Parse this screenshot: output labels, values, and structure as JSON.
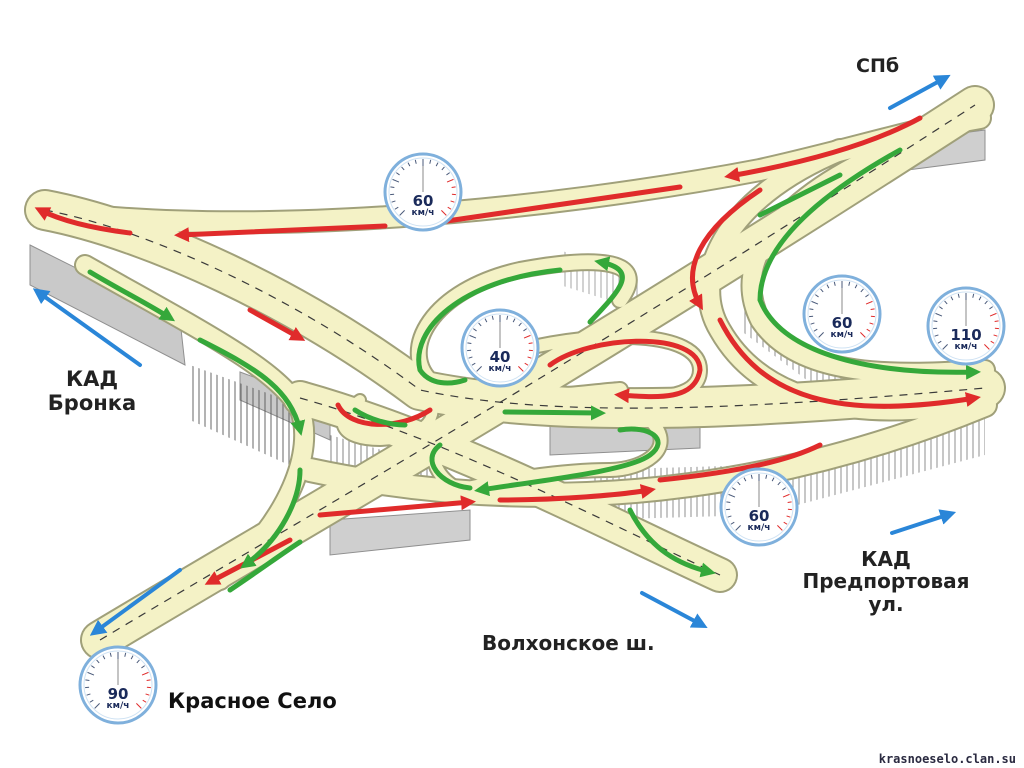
{
  "labels": {
    "spb": "СПб",
    "kad_bronka": [
      "КАД",
      "Бронка"
    ],
    "kad_predportovaya": [
      "КАД",
      "Предпортовая",
      "ул."
    ],
    "volkhonskoe": "Волхонское ш.",
    "krasnoe_selo": "Красное Село"
  },
  "gauges": [
    {
      "value": "60",
      "unit": "км/ч"
    },
    {
      "value": "40",
      "unit": "км/ч"
    },
    {
      "value": "60",
      "unit": "км/ч"
    },
    {
      "value": "110",
      "unit": "км/ч"
    },
    {
      "value": "60",
      "unit": "км/ч"
    },
    {
      "value": "90",
      "unit": "км/ч"
    }
  ],
  "watermark": "krasnoeselo.clan.su",
  "colors": {
    "road": "#f4f2c6",
    "road_edge": "#a0a07a",
    "lane_red": "#e02b2b",
    "lane_green": "#35a83a",
    "direction_arrow": "#2a86d8",
    "bridge_wall": "#c9c9c9"
  }
}
